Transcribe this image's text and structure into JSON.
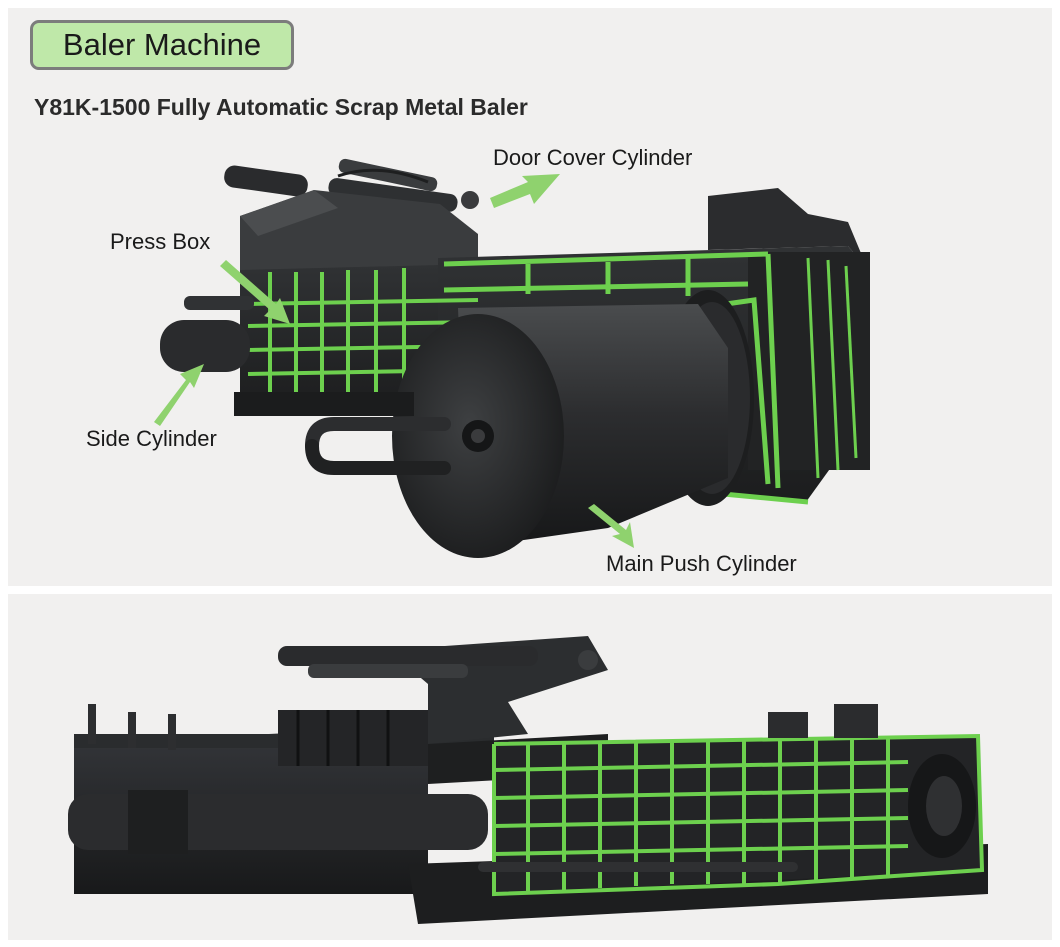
{
  "header": {
    "badge_title": "Baler Machine",
    "subtitle": "Y81K-1500 Fully Automatic Scrap Metal Baler"
  },
  "callouts": {
    "door_cover": "Door Cover Cylinder",
    "press_box": "Press Box",
    "side_cylinder": "Side Cylinder",
    "main_push": "Main Push Cylinder"
  },
  "colors": {
    "badge_fill": "#bfe8a9",
    "badge_border": "#7c7c7c",
    "arrow_green": "#8fd26e",
    "frame_green": "#6dd04e",
    "machine_dark": "#2a2b2c",
    "background": "#f1f0ef"
  }
}
